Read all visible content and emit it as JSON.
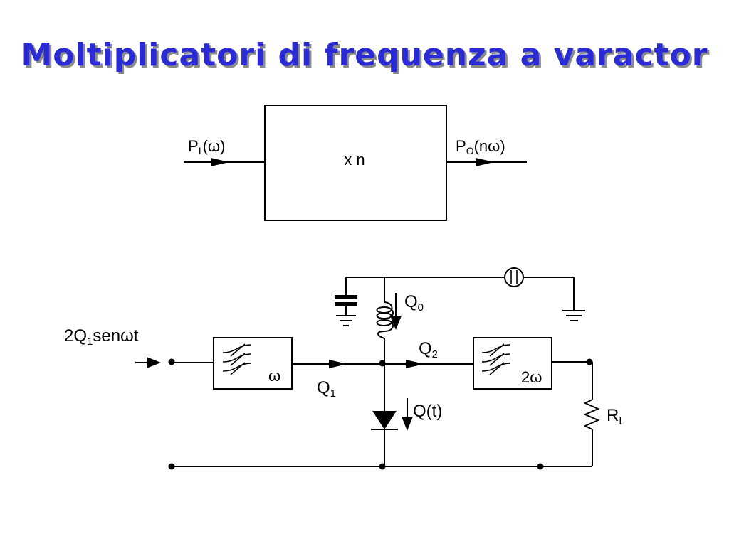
{
  "title": "Moltiplicatori di frequenza a varactor",
  "block": {
    "input_label": "P",
    "input_sub": "I",
    "input_arg": "(ω)",
    "box_label": "x n",
    "output_label": "P",
    "output_sub": "O",
    "output_arg": "(nω)"
  },
  "circuit": {
    "source_pre": "2Q",
    "source_sub": "1",
    "source_post": "senωt",
    "filter1_label": "ω",
    "filter2_label": "2ω",
    "q1_main": "Q",
    "q1_sub": "1",
    "q2_main": "Q",
    "q2_sub": "2",
    "q0_main": "Q",
    "q0_sub": "0",
    "qt_label": "Q(t)",
    "load_main": "R",
    "load_sub": "L"
  }
}
